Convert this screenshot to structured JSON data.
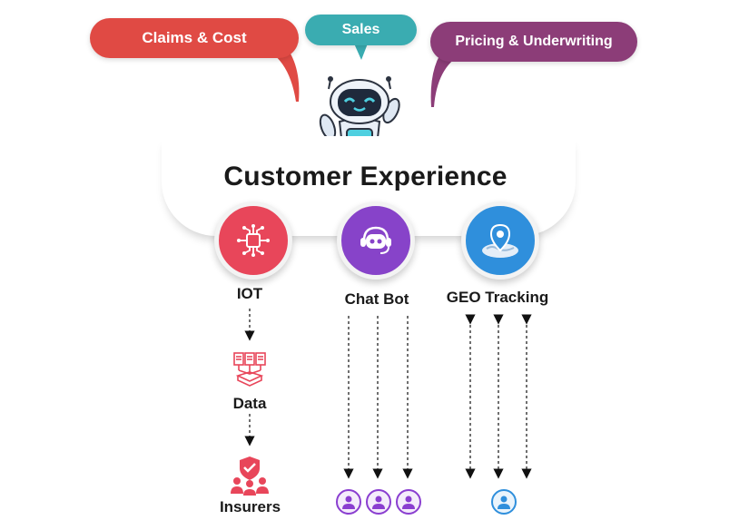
{
  "bubbles": {
    "claims": "Claims & Cost",
    "sales": "Sales",
    "pricing": "Pricing & Underwriting"
  },
  "title": "Customer Experience",
  "nodes": {
    "iot": "IOT",
    "chatbot": "Chat Bot",
    "geo": "GEO Tracking",
    "data": "Data",
    "insurers": "Insurers"
  },
  "icons": {
    "robot": "robot-mascot-icon",
    "iot": "circuit-chip-icon",
    "chatbot": "chatbot-headset-icon",
    "geo": "map-pin-icon",
    "data": "documents-server-icon",
    "insurers": "shield-group-icon",
    "user": "user-avatar-icon"
  },
  "colors": {
    "claims": "#e04a44",
    "sales": "#3aacb1",
    "pricing": "#8c3d78",
    "iot": "#e8465a",
    "chatbot": "#8743c9",
    "geo": "#2f8fdc"
  }
}
